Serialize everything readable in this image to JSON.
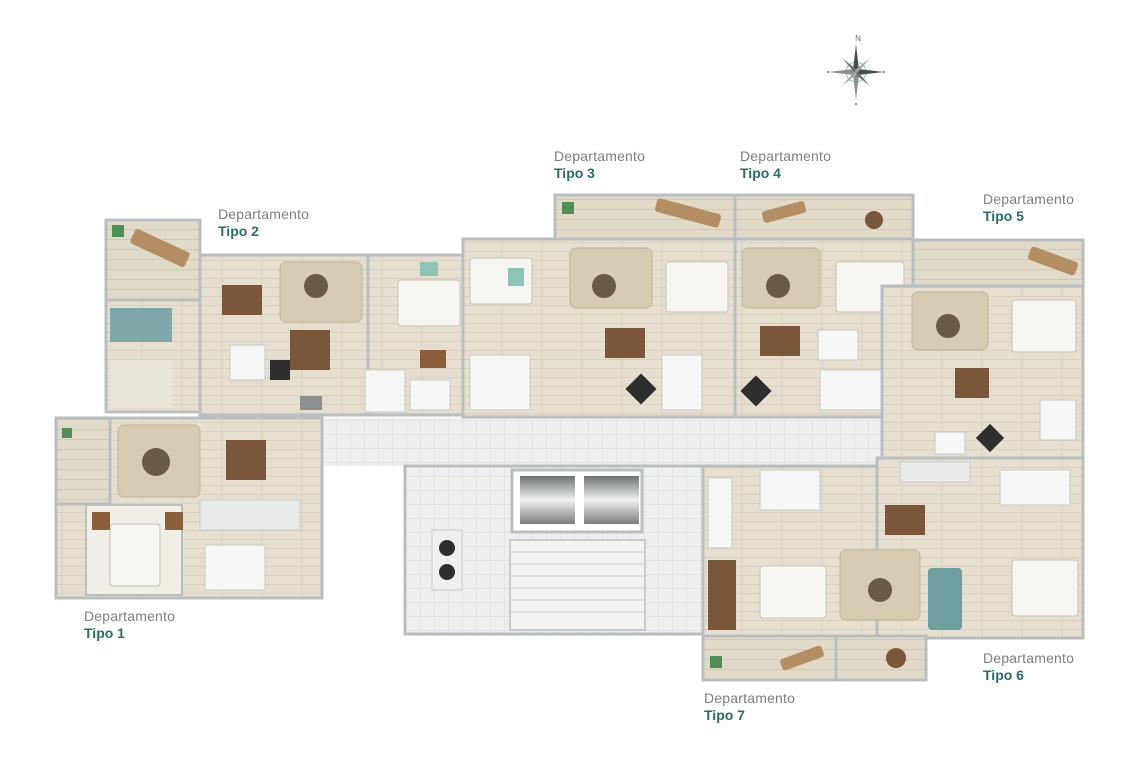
{
  "compass": {
    "north": "N"
  },
  "units": [
    {
      "id": "tipo1",
      "line1": "Departamento",
      "line2": "Tipo 1"
    },
    {
      "id": "tipo2",
      "line1": "Departamento",
      "line2": "Tipo 2"
    },
    {
      "id": "tipo3",
      "line1": "Departamento",
      "line2": "Tipo 3"
    },
    {
      "id": "tipo4",
      "line1": "Departamento",
      "line2": "Tipo 4"
    },
    {
      "id": "tipo5",
      "line1": "Departamento",
      "line2": "Tipo 5"
    },
    {
      "id": "tipo6",
      "line1": "Departamento",
      "line2": "Tipo 6"
    },
    {
      "id": "tipo7",
      "line1": "Departamento",
      "line2": "Tipo 7"
    }
  ],
  "colors": {
    "wall": "#b9bfc0",
    "floor": "#e9e3d6",
    "wood": "#d8cdb6",
    "terrace": "#e4ddcc",
    "corridor": "#eef0ed",
    "accent": "#2a6e6a",
    "teal": "#6fb7a8",
    "brown": "#6e4a2e"
  }
}
